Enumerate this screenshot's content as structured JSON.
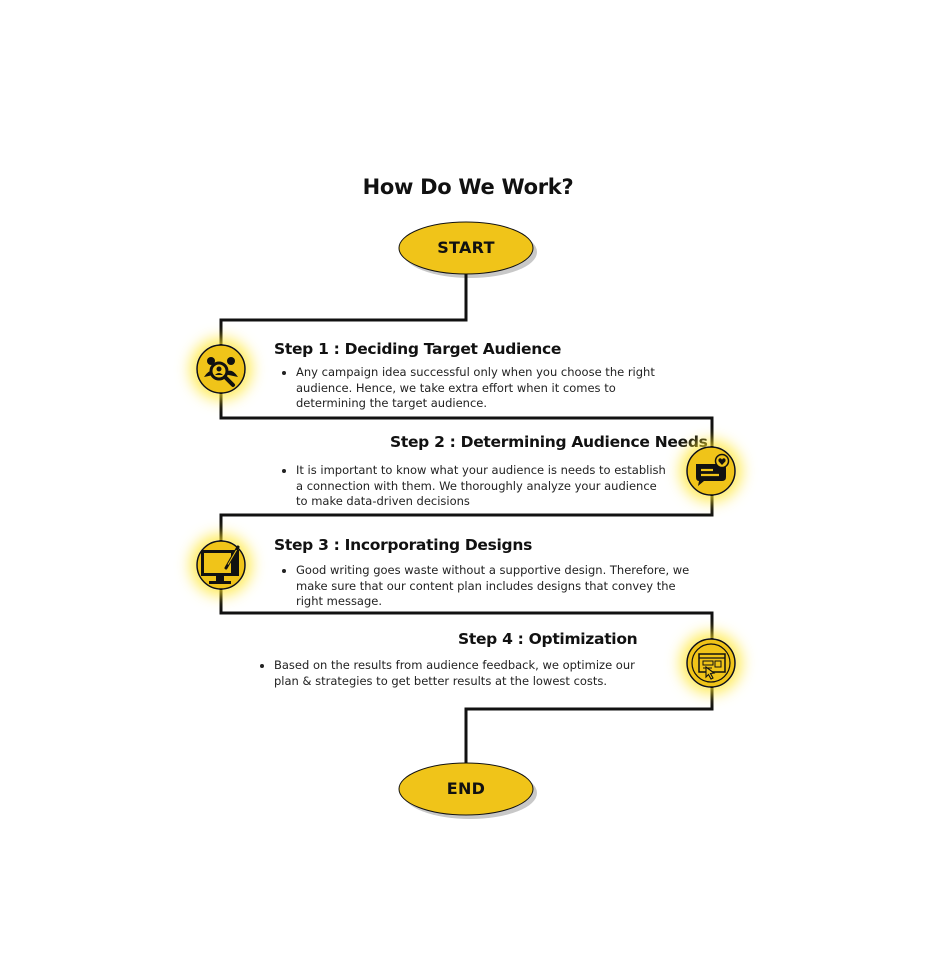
{
  "title": "How Do We Work?",
  "start_label": "START",
  "end_label": "END",
  "colors": {
    "accent": "#F0C419",
    "glow": "#FFE628",
    "line": "#111111",
    "oval_shadow": "#C8C8C8"
  },
  "steps": [
    {
      "title": "Step 1 : Deciding Target Audience",
      "text": "Any campaign idea successful only when you choose the right audience. Hence, we take extra effort when it comes to determining the target audience.",
      "icon": "audience-search-icon"
    },
    {
      "title": "Step 2 : Determining Audience Needs",
      "text": "It is important to know what your audience is needs to establish a connection with them. We thoroughly analyze your audience to make data-driven decisions",
      "icon": "chat-heart-icon"
    },
    {
      "title": "Step 3 : Incorporating Designs",
      "text": "Good writing goes waste without a supportive design. Therefore, we make sure that our content plan includes designs that convey the right message.",
      "icon": "monitor-pen-icon"
    },
    {
      "title": "Step 4 : Optimization",
      "text": "Based on the results from audience feedback, we optimize our plan & strategies to get better results at the lowest costs.",
      "icon": "browser-cursor-icon"
    }
  ]
}
